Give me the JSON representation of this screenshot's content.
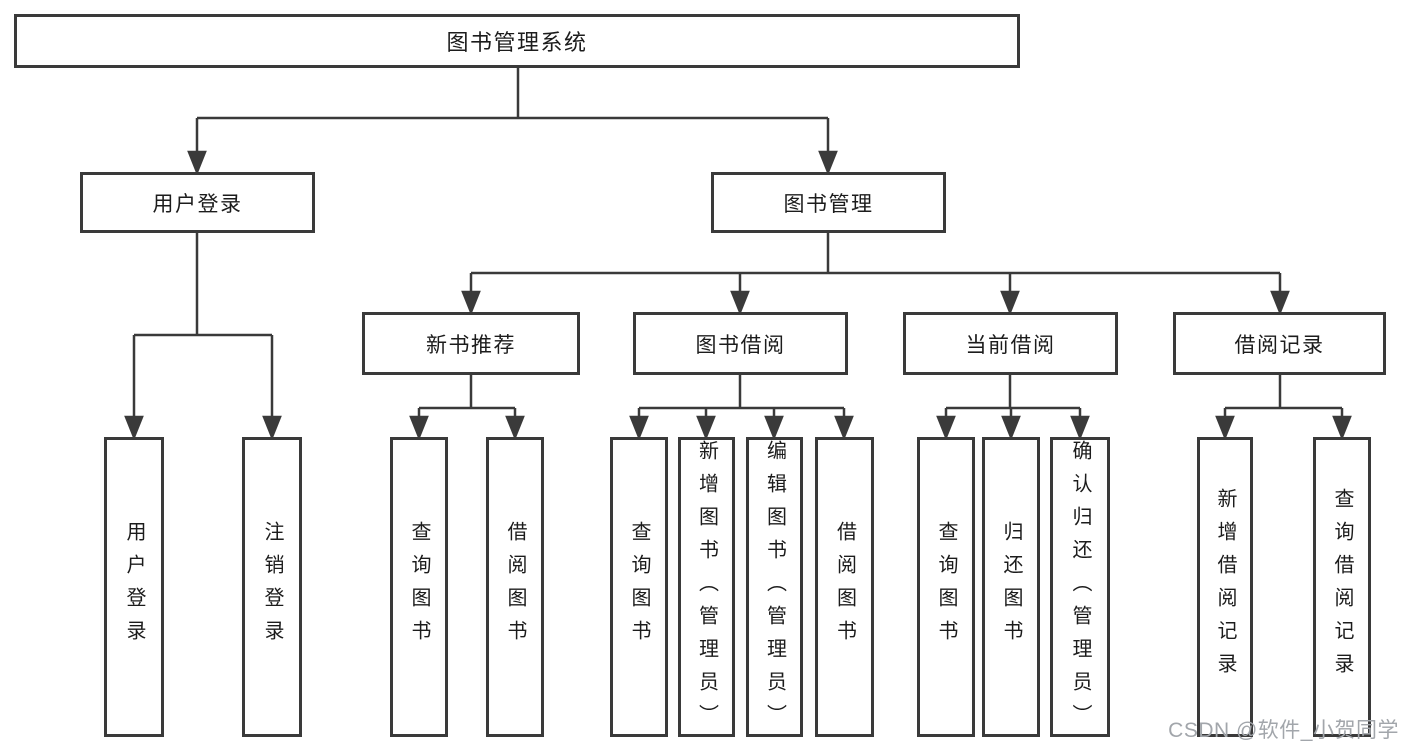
{
  "diagram_type": "hierarchy-tree",
  "colors": {
    "line": "#3a3a3a",
    "box_border": "#3a3a3a",
    "text": "#1c1c1c",
    "background": "#ffffff",
    "watermark": "#a2a6ab"
  },
  "tree": {
    "label": "图书管理系统",
    "children": [
      {
        "label": "用户登录",
        "children": [
          {
            "label": "用户登录"
          },
          {
            "label": "注销登录"
          }
        ]
      },
      {
        "label": "图书管理",
        "children": [
          {
            "label": "新书推荐",
            "children": [
              {
                "label": "查询图书"
              },
              {
                "label": "借阅图书"
              }
            ]
          },
          {
            "label": "图书借阅",
            "children": [
              {
                "label": "查询图书"
              },
              {
                "label": "新增图书（管理员）"
              },
              {
                "label": "编辑图书（管理员）"
              },
              {
                "label": "借阅图书"
              }
            ]
          },
          {
            "label": "当前借阅",
            "children": [
              {
                "label": "查询图书"
              },
              {
                "label": "归还图书"
              },
              {
                "label": "确认归还（管理员）"
              }
            ]
          },
          {
            "label": "借阅记录",
            "children": [
              {
                "label": "新增借阅记录"
              },
              {
                "label": "查询借阅记录"
              }
            ]
          }
        ]
      }
    ]
  },
  "watermark": "CSDN @软件_小贺同学"
}
